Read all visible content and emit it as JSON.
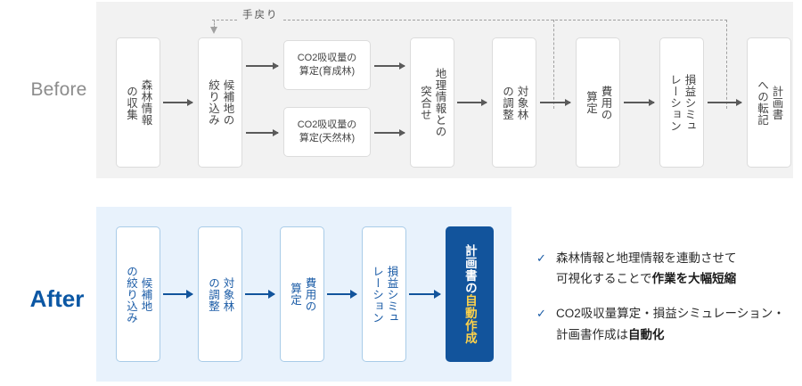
{
  "before": {
    "label": "Before",
    "feedback_label": "手戻り",
    "steps": [
      {
        "id": "collect",
        "text": "森林情報\nの収集",
        "orientation": "vertical"
      },
      {
        "id": "narrow",
        "text": "候補地の\n絞り込み",
        "orientation": "vertical"
      },
      {
        "id": "co2-planted",
        "text": "CO2吸収量の\n算定(育成林)",
        "orientation": "horizontal"
      },
      {
        "id": "co2-natural",
        "text": "CO2吸収量の\n算定(天然林)",
        "orientation": "horizontal"
      },
      {
        "id": "geo-match",
        "text": "地理情報との\n突合せ",
        "orientation": "vertical"
      },
      {
        "id": "adjust",
        "text": "対象林\nの調整",
        "orientation": "vertical"
      },
      {
        "id": "cost",
        "text": "費用の\n算定",
        "orientation": "vertical"
      },
      {
        "id": "simulation",
        "text": "損益シミュ\nレーション",
        "orientation": "vertical"
      },
      {
        "id": "transcribe",
        "text": "計画書\nへの転記",
        "orientation": "vertical"
      }
    ],
    "panel_color": "#f2f2f2",
    "arrow_color": "#5a5a5a",
    "label_color": "#8c8c8c"
  },
  "after": {
    "label": "After",
    "steps": [
      {
        "id": "narrow",
        "text": "候補地\nの絞り込み",
        "highlight": false
      },
      {
        "id": "adjust",
        "text": "対象林\nの調整",
        "highlight": false
      },
      {
        "id": "cost",
        "text": "費用の\n算定",
        "highlight": false
      },
      {
        "id": "simulation",
        "text": "損益シミュ\nレーション",
        "highlight": false
      },
      {
        "id": "auto-plan",
        "text_plain": "計画書の",
        "text_highlight": "自動作成",
        "highlight": true
      }
    ],
    "bullets": [
      {
        "icon": "check-icon",
        "line1": "森林情報と地理情報を連動させて",
        "line2_plain": "可視化することで",
        "line2_bold": "作業を大幅短縮"
      },
      {
        "icon": "check-icon",
        "line1": "CO2吸収量算定・損益シミュレーション・",
        "line2_plain": "計画書作成は",
        "line2_bold": "自動化"
      }
    ],
    "panel_color": "#e8f2fc",
    "accent_color": "#12549c",
    "highlight_text_color": "#ffd24a",
    "label_color": "#0b57a4"
  }
}
